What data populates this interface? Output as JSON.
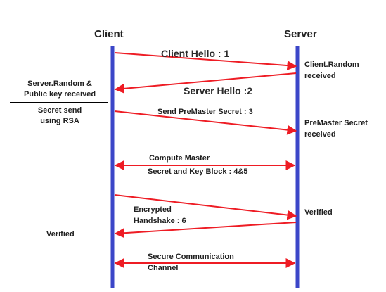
{
  "participants": {
    "client": "Client",
    "server": "Server"
  },
  "messages": {
    "client_hello": "Client Hello : 1",
    "server_hello": "Server Hello :2",
    "premaster": "Send PreMaster Secret : 3",
    "compute_master_line1": "Compute Master",
    "compute_master_line2": "Secret and Key Block : 4&5",
    "encrypted_line1": "Encrypted",
    "encrypted_line2": "Handshake : 6",
    "secure_line1": "Secure Communication",
    "secure_line2": "Channel"
  },
  "client_notes": {
    "server_random_line1": "Server.Random &",
    "server_random_line2": "Public key received",
    "secret_send_line1": "Secret send",
    "secret_send_line2": "using RSA",
    "verified": "Verified"
  },
  "server_notes": {
    "client_random_line1": "Client.Random",
    "client_random_line2": "received",
    "premaster_line1": "PreMaster Secret",
    "premaster_line2": "received",
    "verified": "Verified"
  },
  "colors": {
    "lifeline": "#3b46c8",
    "arrow": "#ee1c24",
    "text": "#1f1f1f",
    "divider": "#000000"
  }
}
